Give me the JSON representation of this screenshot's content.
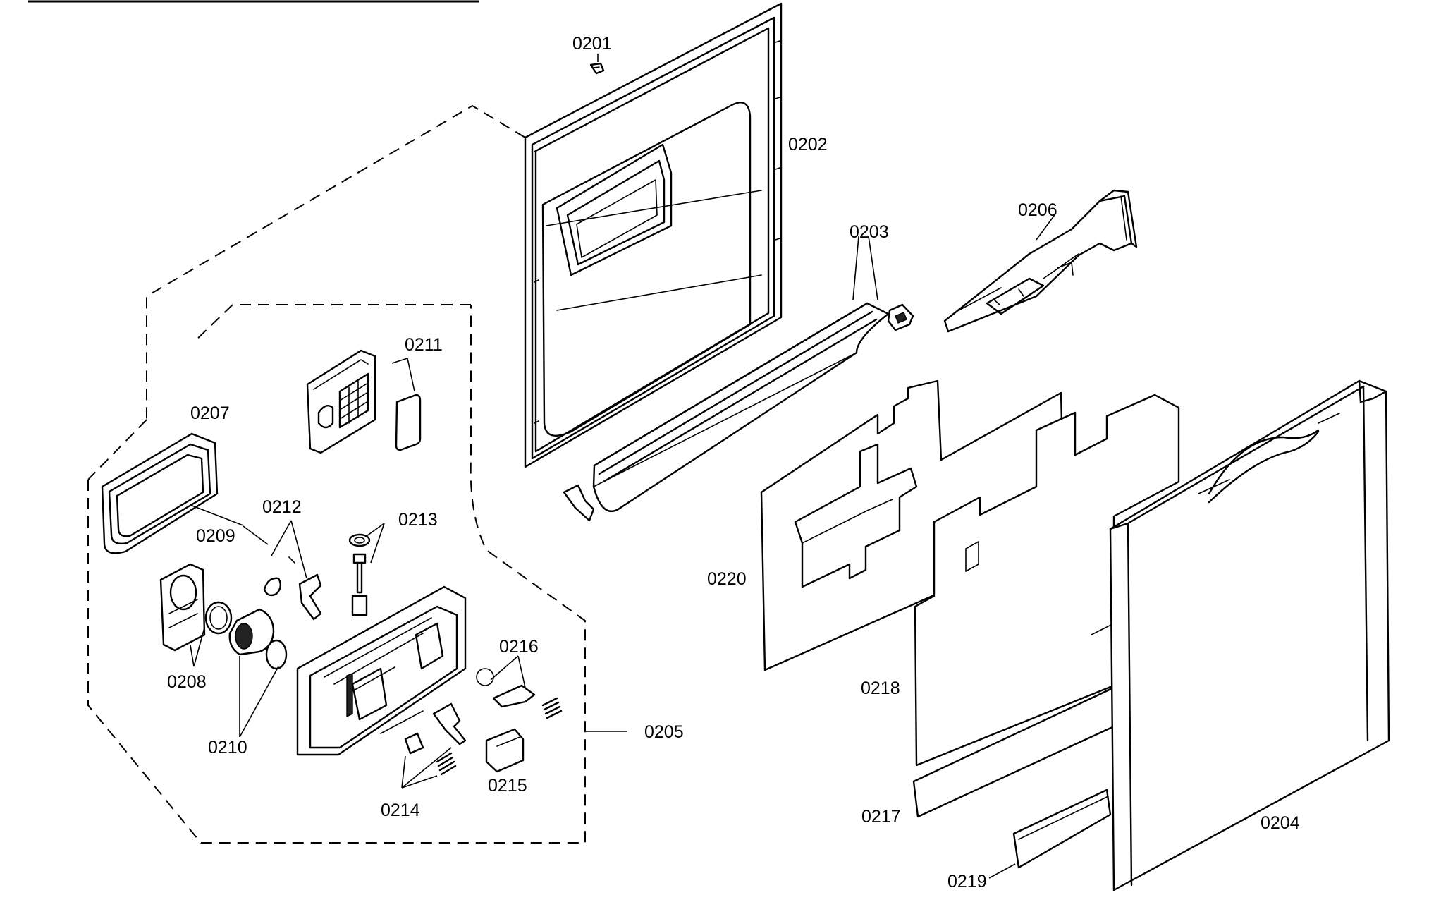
{
  "labels": {
    "p0201": "0201",
    "p0202": "0202",
    "p0203": "0203",
    "p0204": "0204",
    "p0205": "0205",
    "p0206": "0206",
    "p0207": "0207",
    "p0208": "0208",
    "p0209": "0209",
    "p0210": "0210",
    "p0211": "0211",
    "p0212": "0212",
    "p0213": "0213",
    "p0214": "0214",
    "p0215": "0215",
    "p0216": "0216",
    "p0217": "0217",
    "p0218": "0218",
    "p0219": "0219",
    "p0220": "0220"
  }
}
